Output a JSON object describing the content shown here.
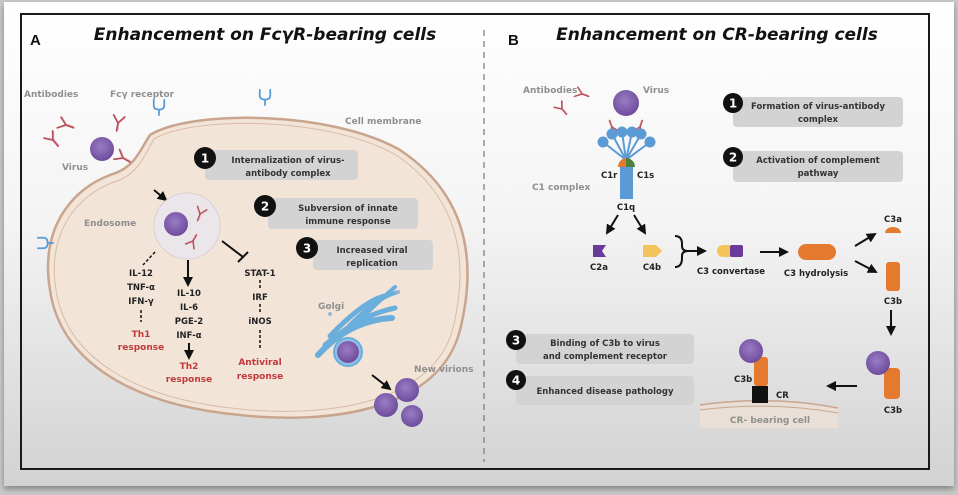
{
  "panelA": {
    "letter": "A",
    "title": "Enhancement on FcγR-bearing cells",
    "labels": {
      "antibodies": "Antibodies",
      "fc_receptor": "Fcγ receptor",
      "cell_membrane": "Cell membrane",
      "virus": "Virus",
      "endosome": "Endosome",
      "golgi": "Golgi",
      "new_virions": "New virions"
    },
    "steps": [
      {
        "number": "1",
        "line1": "Internalization of virus-",
        "line2": "antibody complex"
      },
      {
        "number": "2",
        "line1": "Subversion of innate",
        "line2": "immune response"
      },
      {
        "number": "3",
        "line1": "Increased viral",
        "line2": "replication"
      }
    ],
    "pathways": {
      "th1": {
        "cytokines": [
          "IL-12",
          "TNF-α",
          "IFN-γ"
        ],
        "outcome_line1": "Th1",
        "outcome_line2": "response"
      },
      "th2": {
        "cytokines": [
          "IL-10",
          "IL-6",
          "PGE-2",
          "INF-α"
        ],
        "outcome_line1": "Th2",
        "outcome_line2": "response"
      },
      "antiviral": {
        "factors": [
          "STAT-1",
          "IRF",
          "iNOS"
        ],
        "outcome_line1": "Antiviral",
        "outcome_line2": "response"
      }
    }
  },
  "panelB": {
    "letter": "B",
    "title": "Enhancement on CR-bearing cells",
    "labels": {
      "antibodies": "Antibodies",
      "virus": "Virus",
      "c1_complex": "C1 complex",
      "c1r": "C1r",
      "c1s": "C1s",
      "c1q": "C1q",
      "c2a": "C2a",
      "c4b": "C4b",
      "c3_convertase": "C3 convertase",
      "c3_hydrolysis": "C3 hydrolysis",
      "c3a": "C3a",
      "c3b": "C3b",
      "cr": "CR",
      "cr_cell": "CR- bearing cell"
    },
    "steps": [
      {
        "number": "1",
        "line1": "Formation of virus-antibody",
        "line2": "complex"
      },
      {
        "number": "2",
        "line1": "Activation of complement",
        "line2": "pathway"
      },
      {
        "number": "3",
        "line1": "Binding of C3b to virus",
        "line2": "and complement receptor"
      },
      {
        "number": "4",
        "line1": "Enhanced disease pathology",
        "line2": ""
      }
    ]
  },
  "colors": {
    "antibody": "#b8505a",
    "virus": "#7b5aa6",
    "receptor": "#5b9bd5",
    "cell_fill": "#f3e4d8",
    "cell_stroke": "#c9a58e",
    "orange": "#e57a2e",
    "yellow": "#f2c45a",
    "purple": "#6a3a9a",
    "green": "#4f7f3a",
    "red_text": "#c0393b"
  }
}
